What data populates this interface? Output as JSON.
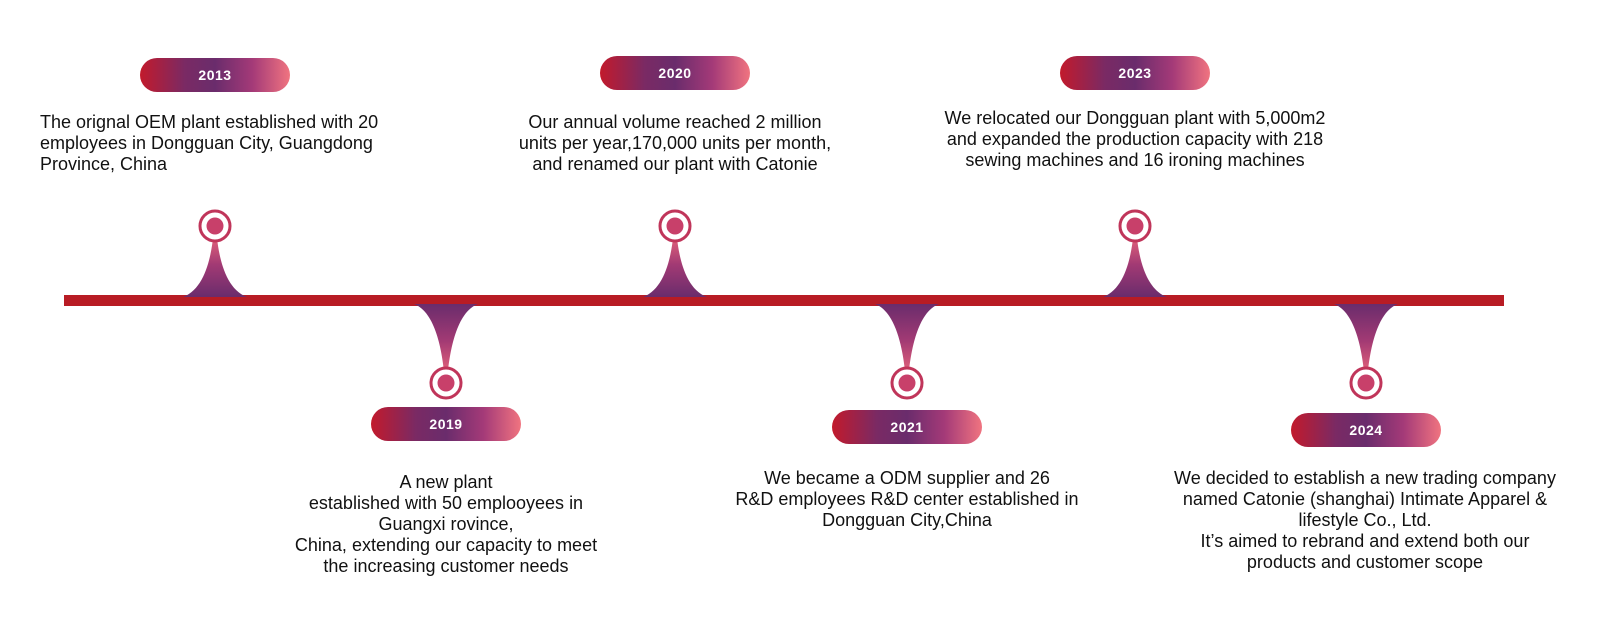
{
  "colors": {
    "axis": "#b81c24",
    "pin": "#7a2a64",
    "node_ring": "#c0355a",
    "pill_start": "#c21a2c",
    "pill_mid": "#6a2c6c",
    "pill_end": "#f07480",
    "text": "#111111"
  },
  "events": [
    {
      "year": "2013",
      "side": "top",
      "description": "The orignal OEM plant established with 20\nemployees in Dongguan City, Guangdong\nProvince, China"
    },
    {
      "year": "2019",
      "side": "bottom",
      "description": "A new plant\nestablished with 50 emplooyees in\nGuangxi rovince,\nChina, extending our capacity to meet\nthe increasing customer needs"
    },
    {
      "year": "2020",
      "side": "top",
      "description": "Our annual volume reached 2 million\nunits per year,170,000 units per month,\nand renamed our plant with Catonie"
    },
    {
      "year": "2021",
      "side": "bottom",
      "description": "We became a ODM supplier and 26\nR&D employees R&D center established in\nDongguan City,China"
    },
    {
      "year": "2023",
      "side": "top",
      "description": "We relocated our Dongguan plant with 5,000m2\nand expanded the production capacity with 218\nsewing machines and 16 ironing machines"
    },
    {
      "year": "2024",
      "side": "bottom",
      "description": "We decided to establish a new trading company\nnamed  Catonie (shanghai) Intimate Apparel &\nlifestyle Co., Ltd.\nIt’s aimed to rebrand and extend both our\nproducts and customer scope"
    }
  ]
}
